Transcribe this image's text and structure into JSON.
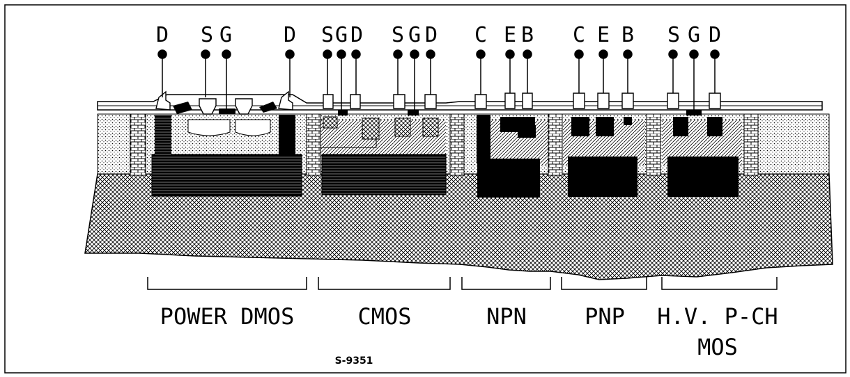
{
  "terminals": {
    "dmos_d1": "D",
    "dmos_s": "S",
    "dmos_g": "G",
    "dmos_d2": "D",
    "cmos_s1": "S",
    "cmos_g1": "G",
    "cmos_d1": "D",
    "cmos_s2": "S",
    "cmos_g2": "G",
    "cmos_d2": "D",
    "npn_c": "C",
    "npn_e": "E",
    "npn_b": "B",
    "pnp_c": "C",
    "pnp_e": "E",
    "pnp_b": "B",
    "hv_s": "S",
    "hv_g": "G",
    "hv_d": "D"
  },
  "sections": {
    "power_dmos": "POWER DMOS",
    "cmos": "CMOS",
    "npn": "NPN",
    "pnp": "PNP",
    "hv_pch_line1": "H.V. P-CH",
    "hv_pch_line2": "MOS"
  },
  "figure_code": "S-9351"
}
